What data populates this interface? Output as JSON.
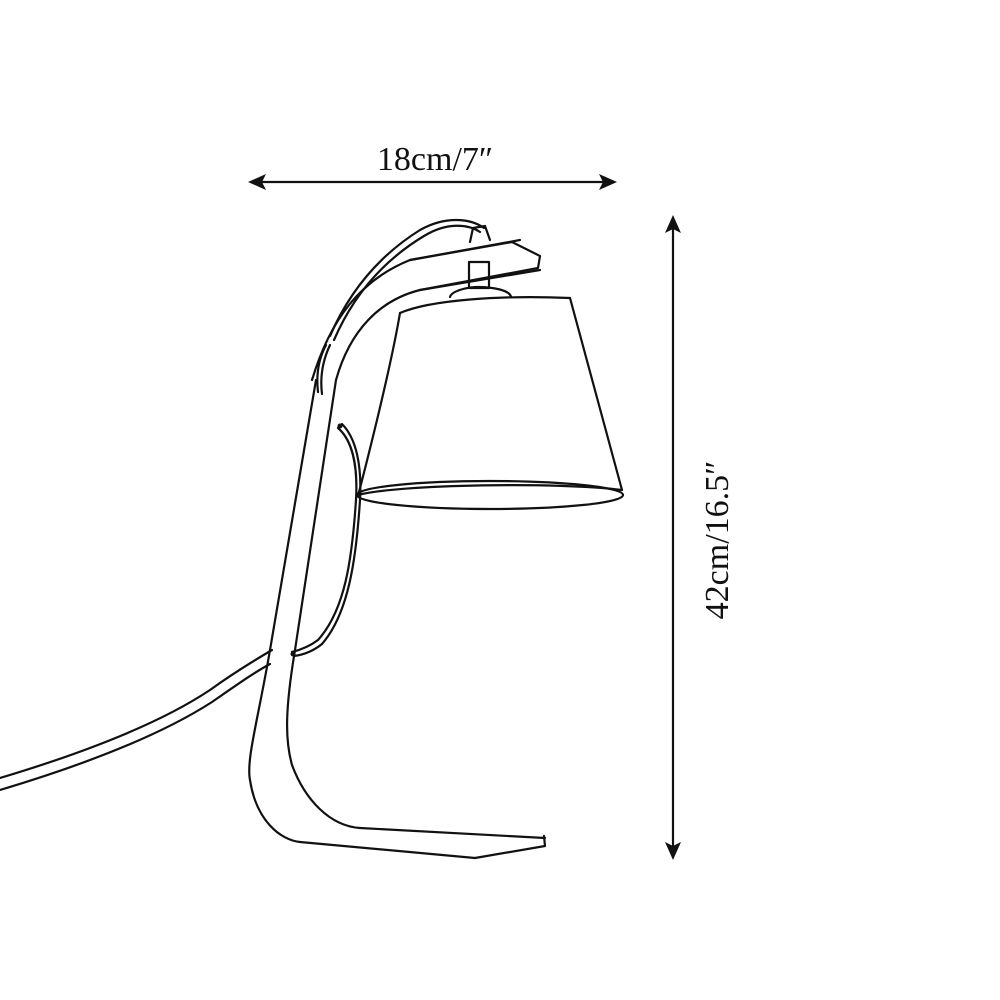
{
  "diagram": {
    "subject": "Table lamp",
    "dimensions": {
      "width_label": "18cm/7″",
      "height_label": "42cm/16.5″"
    },
    "colors": {
      "line": "#111111",
      "background": "#ffffff"
    }
  }
}
